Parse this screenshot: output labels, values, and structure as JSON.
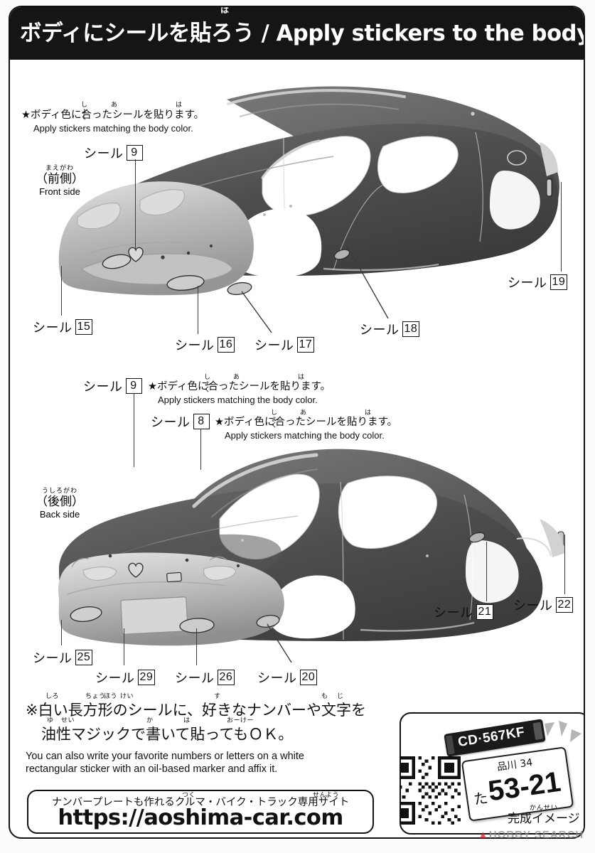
{
  "header": {
    "ruby": "は",
    "title": "ボディにシールを貼ろう / Apply stickers to the body"
  },
  "notes": {
    "body_color_jp": "★ボディ色に合ったシールを貼ります。",
    "body_color_en": "Apply stickers matching the body color.",
    "ruby_shoku": "しょく",
    "ruby_a": "あ",
    "ruby_ha": "は"
  },
  "sides": {
    "front": {
      "ruby": "まえがわ",
      "jp": "（前側）",
      "en": "Front side"
    },
    "back": {
      "ruby": "うしろがわ",
      "jp": "（後側）",
      "en": "Back side"
    }
  },
  "seal_word": "シール",
  "front_view": {
    "labels": [
      {
        "id": "seal-9",
        "word": "シール",
        "num": "9"
      },
      {
        "id": "seal-15",
        "word": "シール",
        "num": "15"
      },
      {
        "id": "seal-16",
        "word": "シール",
        "num": "16"
      },
      {
        "id": "seal-17",
        "word": "シール",
        "num": "17"
      },
      {
        "id": "seal-18",
        "word": "シール",
        "num": "18"
      },
      {
        "id": "seal-19",
        "word": "シール",
        "num": "19"
      }
    ]
  },
  "mid_notes": [
    {
      "seal_word": "シール",
      "num": "9",
      "jp": "★ボディ色に合ったシールを貼ります。",
      "en": "Apply stickers matching the body color."
    },
    {
      "seal_word": "シール",
      "num": "8",
      "jp": "★ボディ色に合ったシールを貼ります。",
      "en": "Apply stickers matching the body color."
    }
  ],
  "back_view": {
    "labels": [
      {
        "id": "seal-25",
        "word": "シール",
        "num": "25"
      },
      {
        "id": "seal-29",
        "word": "シール",
        "num": "29"
      },
      {
        "id": "seal-26",
        "word": "シール",
        "num": "26"
      },
      {
        "id": "seal-20",
        "word": "シール",
        "num": "20"
      },
      {
        "id": "seal-21",
        "word": "シール",
        "num": "21"
      },
      {
        "id": "seal-22",
        "word": "シール",
        "num": "22"
      }
    ]
  },
  "bottom_note": {
    "jp_line1": "※白い長方形のシールに、好きなナンバーや文字を",
    "jp_line2": "油性マジックで書いて貼ってもＯＫ。",
    "ruby_shiro": "しろ",
    "ruby_chou": "ちょう",
    "ruby_hou": "ほう",
    "ruby_kei": "けい",
    "ruby_su": "す",
    "ruby_mo": "も",
    "ruby_ji": "じ",
    "ruby_yu": "ゆ",
    "ruby_sei": "せい",
    "ruby_ka": "か",
    "ruby_ha": "は",
    "ruby_ok": "おーけー",
    "en_line1": "You can also write your favorite numbers or letters on a white",
    "en_line2": "rectangular sticker with an oil-based marker and affix it."
  },
  "url_box": {
    "tagline": "ナンバープレートも作れるクルマ・バイク・トラック専用サイト",
    "ruby_tsuku": "つく",
    "ruby_sen": "せん",
    "ruby_you": "よう",
    "url": "https://aoshima-car.com"
  },
  "plate_box": {
    "euro_plate": "CD·567KF",
    "jp_plate_top": "品川 34",
    "jp_plate_hiragana": "た",
    "jp_plate_number": "53-21",
    "caption": "完成イメージ",
    "caption_ruby": "かんせい"
  },
  "watermark": {
    "flame": "▲",
    "text": "HOBBY SEARCH"
  },
  "colors": {
    "header_bg": "#151515",
    "ink": "#111111",
    "body_dark": "#4a4a4a",
    "body_light": "#b9b9b9"
  }
}
